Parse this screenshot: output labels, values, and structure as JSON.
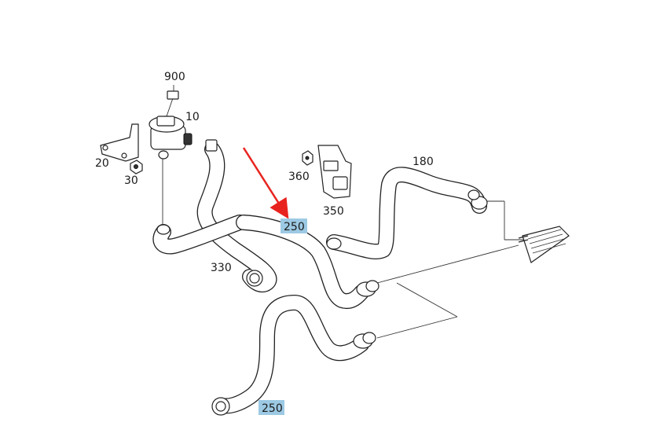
{
  "callouts": {
    "p900": "900",
    "p10": "10",
    "p20": "20",
    "p30": "30",
    "p360": "360",
    "p350": "350",
    "p180": "180",
    "p250_upper": "250",
    "p250_lower": "250",
    "p330": "330"
  },
  "colors": {
    "highlight": "#9cc9e3",
    "arrow": "#e8231e",
    "line": "#222222"
  },
  "icons": {
    "arrow": "red-pointer-arrow"
  }
}
